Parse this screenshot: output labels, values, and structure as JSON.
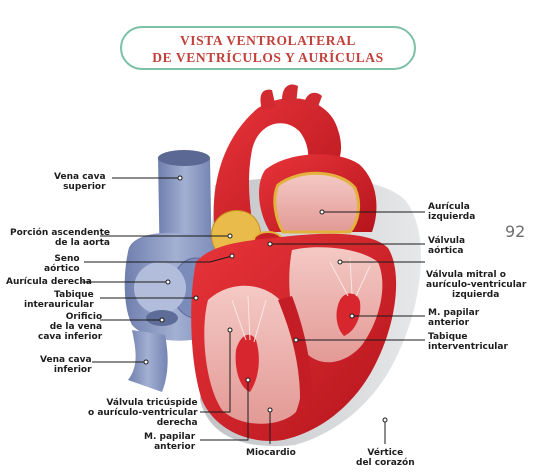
{
  "title": {
    "line1": "VISTA VENTROLATERAL",
    "line2": "DE VENTRÍCULOS Y AURÍCULAS"
  },
  "page_number": "92",
  "labels": {
    "vena_cava_superior": [
      "Vena cava",
      "superior"
    ],
    "porcion_ascendente": [
      "Porción ascendente",
      "de la aorta"
    ],
    "seno_aortico": [
      "Seno",
      "aórtico"
    ],
    "auricula_derecha": [
      "Aurícula derecha"
    ],
    "tabique_interauricular": [
      "Tabique",
      "interauricular"
    ],
    "orificio_vena_cava": [
      "Orificio",
      "de la vena",
      "cava inferior"
    ],
    "vena_cava_inferior": [
      "Vena cava",
      "inferior"
    ],
    "valvula_tricuspide": [
      "Válvula tricúspide",
      "o aurículo-ventricular",
      "derecha"
    ],
    "m_papilar_anterior_left": [
      "M. papilar",
      "anterior"
    ],
    "miocardio": [
      "Miocardio"
    ],
    "vertice": [
      "Vértice",
      "del corazón"
    ],
    "auricula_izquierda": [
      "Aurícula",
      "izquierda"
    ],
    "valvula_aortica": [
      "Válvula",
      "aórtica"
    ],
    "valvula_mitral": [
      "Válvula mitral o",
      "aurículo-ventricular",
      "izquierda"
    ],
    "m_papilar_anterior_right": [
      "M. papilar",
      "anterior"
    ],
    "tabique_interventricular": [
      "Tabique",
      "interventricular"
    ]
  },
  "colors": {
    "title_red": "#c2403a",
    "pill_border": "#7cc1a6",
    "vein_blue": "#8f9ec4",
    "muscle_red": "#d5232b",
    "cavity_pink": "#efb7b2",
    "yellow_rim": "#e3b23c",
    "pericardium_gray": "#b8babd",
    "leader_line": "#1a1a1a"
  }
}
